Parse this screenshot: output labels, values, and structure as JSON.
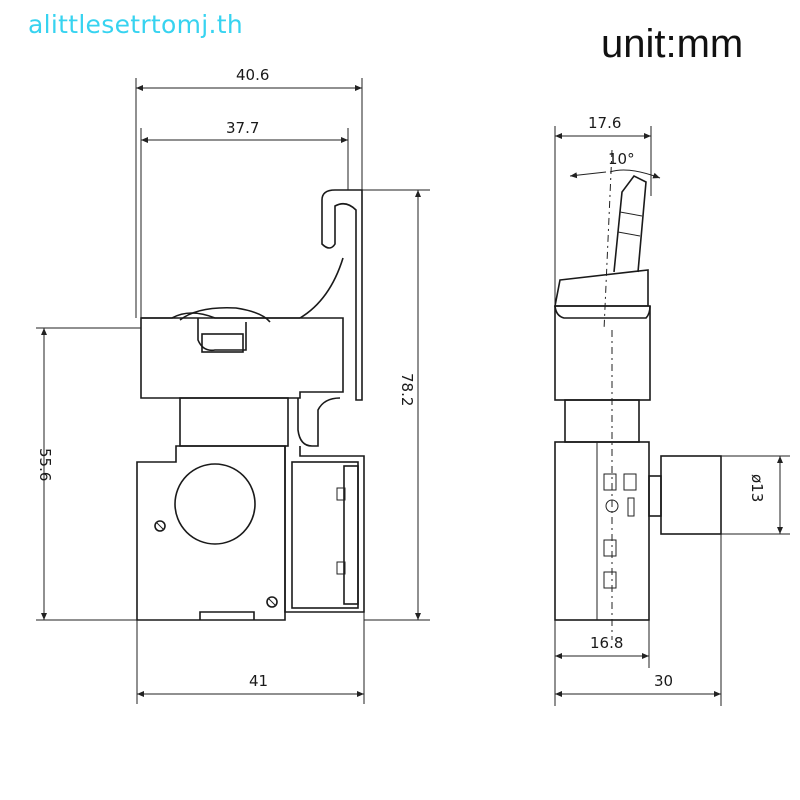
{
  "watermark": "alittlesetrtomj.th",
  "unit_label": "unit:mm",
  "dimensions": {
    "top_width": "40.6",
    "inner_width": "37.7",
    "left_height": "55.6",
    "total_height": "78.2",
    "bottom_width": "41",
    "side_width_top": "17.6",
    "angle": "10°",
    "side_width_bottom": "16.8",
    "side_depth": "30",
    "shaft_diameter": "ø13"
  }
}
